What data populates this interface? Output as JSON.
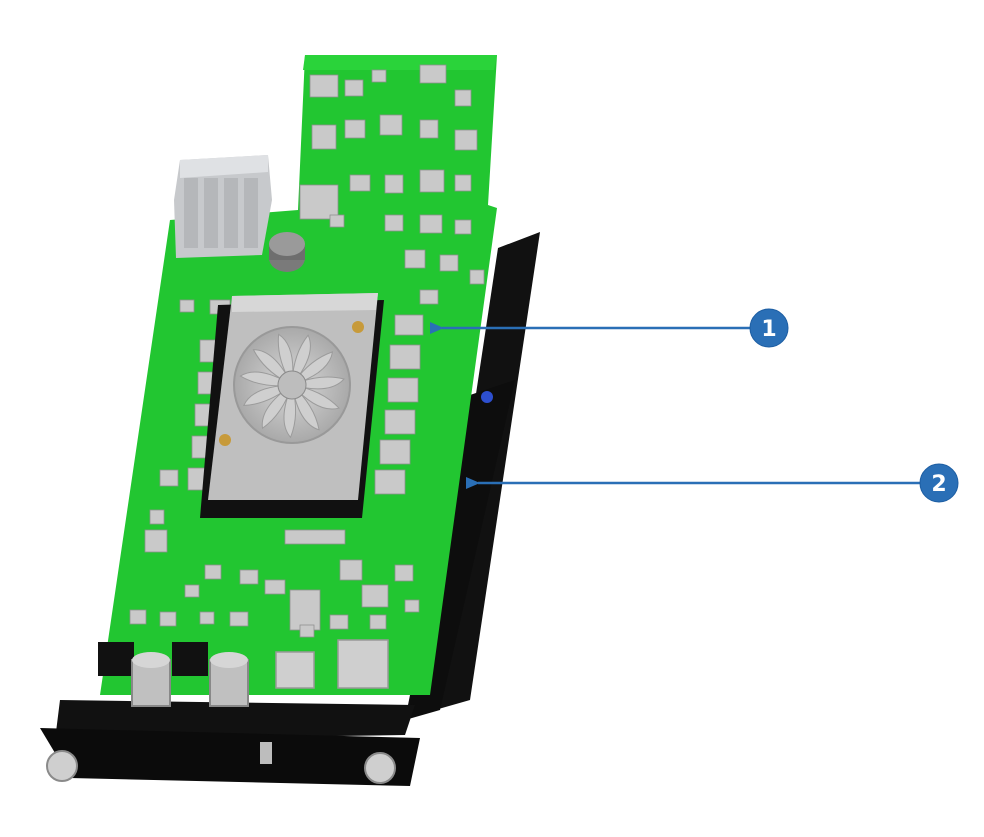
{
  "callouts": [
    {
      "label": "1",
      "target": "heatsink-board-component"
    },
    {
      "label": "2",
      "target": "black-mounting-plate"
    }
  ],
  "colors": {
    "pcb": "#22c631",
    "pcb_dark": "#16a524",
    "chip": "#c9c9c9",
    "chip_shadow": "#8f8f8f",
    "plate": "#111111",
    "callout": "#2a6fb6",
    "arrow": "#2a6fb6"
  }
}
